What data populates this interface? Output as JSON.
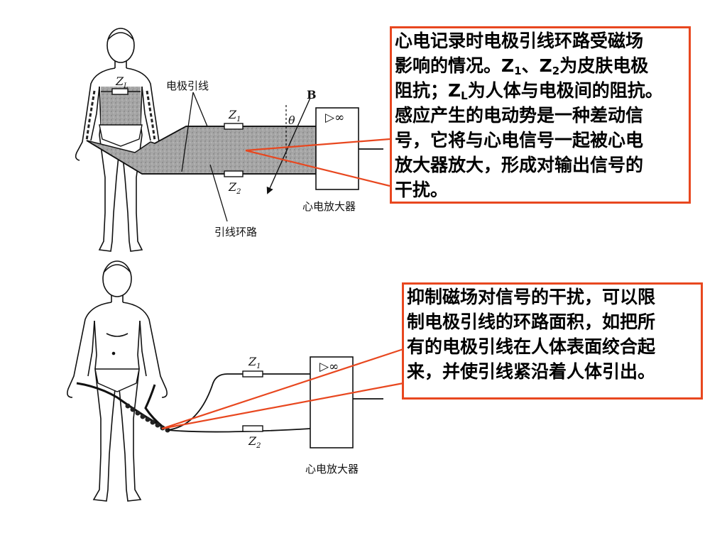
{
  "diagram": {
    "top": {
      "label_lead_wire": "电极引线",
      "label_loop": "引线环路",
      "label_amplifier": "心电放大器",
      "label_B": "B",
      "label_theta": "θ",
      "label_z1": "Z",
      "label_z1_sub": "1",
      "label_z2": "Z",
      "label_z2_sub": "2",
      "label_zl": "Z",
      "label_zl_sub": "L",
      "amp_symbol": "▷∞"
    },
    "bottom": {
      "label_amplifier": "心电放大器",
      "label_z1": "Z",
      "label_z1_sub": "1",
      "label_z2": "Z",
      "label_z2_sub": "2",
      "amp_symbol": "▷∞"
    }
  },
  "box1": {
    "line1": "心电记录时电极引线环路受磁场",
    "l2_pre": "影响的情况。",
    "l2_z": "Z",
    "l2_s1": "1",
    "l2_mid": "、",
    "l2_z2": "Z",
    "l2_s2": "2",
    "l2_post": "为皮肤电极",
    "l3_pre": "阻抗；",
    "l3_z": "Z",
    "l3_s": "L",
    "l3_post": "为人体与电极间的阻抗。",
    "line4": "感应产生的电动势是一种差动信",
    "line5": "号，它将与心电信号一起被心电",
    "line6": "放大器放大，形成对输出信号的",
    "line7": "干扰。"
  },
  "box2": {
    "line1": "抑制磁场对信号的干扰，可以限",
    "line2": "制电极引线的环路面积，如把所",
    "line3": "有的电极引线在人体表面绞合起",
    "line4": "来，并使引线紧沿着人体引出。"
  },
  "colors": {
    "callout_border": "#e8471f",
    "loop_fill": "#9a9a9a"
  }
}
